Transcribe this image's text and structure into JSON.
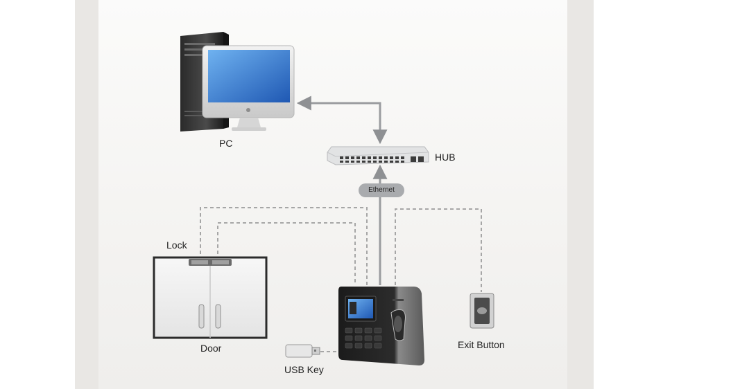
{
  "labels": {
    "pc": "PC",
    "hub": "HUB",
    "ethernet": "Ethernet",
    "lock": "Lock",
    "door": "Door",
    "usb_key": "USB Key",
    "exit_button": "Exit Button"
  },
  "colors": {
    "connection_solid": "#9a9c9f",
    "connection_dashed": "#a6a6a6",
    "screen_blue": "#3d7fd0",
    "panel_background": "#e9e7e4"
  }
}
